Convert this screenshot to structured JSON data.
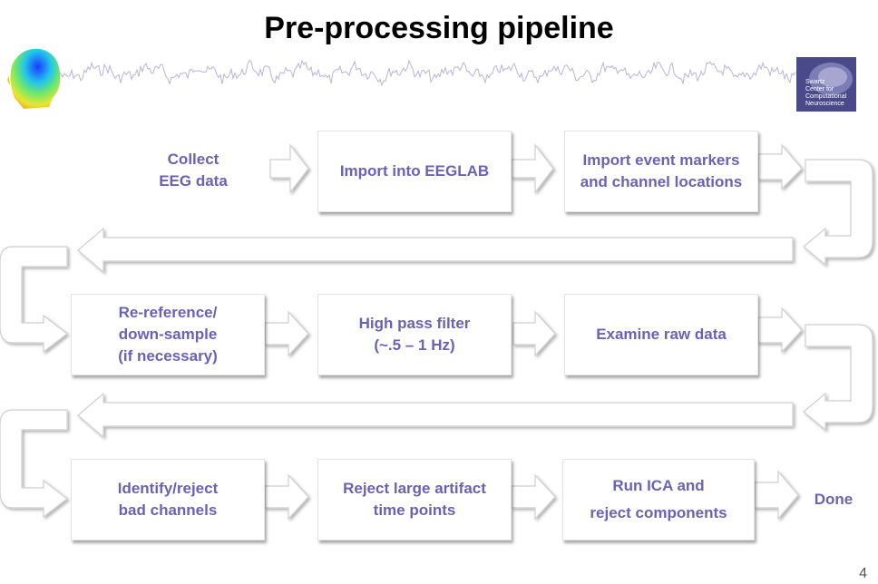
{
  "title": "Pre-processing pipeline",
  "logo": {
    "line1": "Swartz",
    "line2": "Center for",
    "line3": "Computational",
    "line4": "Neuroscience"
  },
  "steps": {
    "s1": "Collect\nEEG data",
    "s2": "Import into EEGLAB",
    "s3": "Import event markers\nand channel locations",
    "s4": "Re-reference/\ndown-sample\n(if necessary)",
    "s5": "High pass filter\n(~.5 – 1 Hz)",
    "s6": "Examine raw data",
    "s7": "Identify/reject\nbad channels",
    "s8": "Reject large artifact\ntime points",
    "s9": "Run ICA and\nreject components",
    "s10": "Done"
  },
  "page_number": "4",
  "colors": {
    "step_text": "#6a62b2",
    "title": "#000000",
    "logo_bg": "#4a4a8a"
  }
}
